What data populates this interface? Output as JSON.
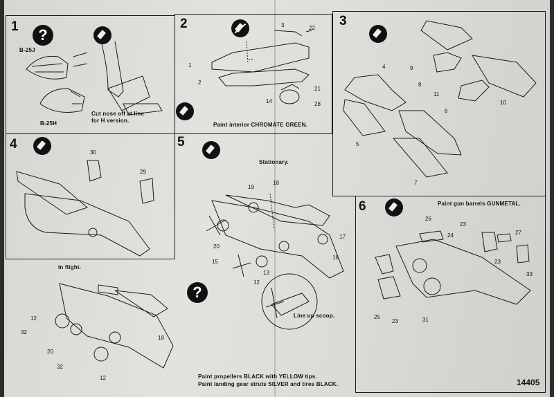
{
  "steps": [
    "1",
    "2",
    "3",
    "4",
    "5",
    "6"
  ],
  "step1": {
    "label_b25j": "B-25J",
    "label_b25h": "B-25H",
    "note": "Cut nose off at line for H version."
  },
  "step2": {
    "parts": [
      "1",
      "2",
      "3",
      "22",
      "14",
      "21",
      "28"
    ],
    "note": "Paint interior CHROMATE GREEN."
  },
  "step3": {
    "parts": [
      "4",
      "5",
      "6",
      "7",
      "8",
      "9",
      "10",
      "11"
    ]
  },
  "step4": {
    "parts": [
      "30",
      "29"
    ]
  },
  "step5": {
    "caption": "Stationary.",
    "parts": [
      "19",
      "18",
      "15",
      "20",
      "13",
      "12",
      "17",
      "16"
    ],
    "scoop_note": "Line up scoop."
  },
  "step6": {
    "note": "Paint gun barrels GUNMETAL.",
    "parts": [
      "26",
      "23",
      "24",
      "27",
      "23",
      "33",
      "25",
      "23",
      "31"
    ]
  },
  "inflight": {
    "caption": "In flight.",
    "parts": [
      "12",
      "32",
      "20",
      "18",
      "32",
      "12"
    ]
  },
  "help_icon": "?",
  "bottom_note_1": "Paint propellers  BLACK with YELLOW tips.",
  "bottom_note_2": "Paint landing gear struts SILVER and tires BLACK.",
  "sheet_code": "14405"
}
